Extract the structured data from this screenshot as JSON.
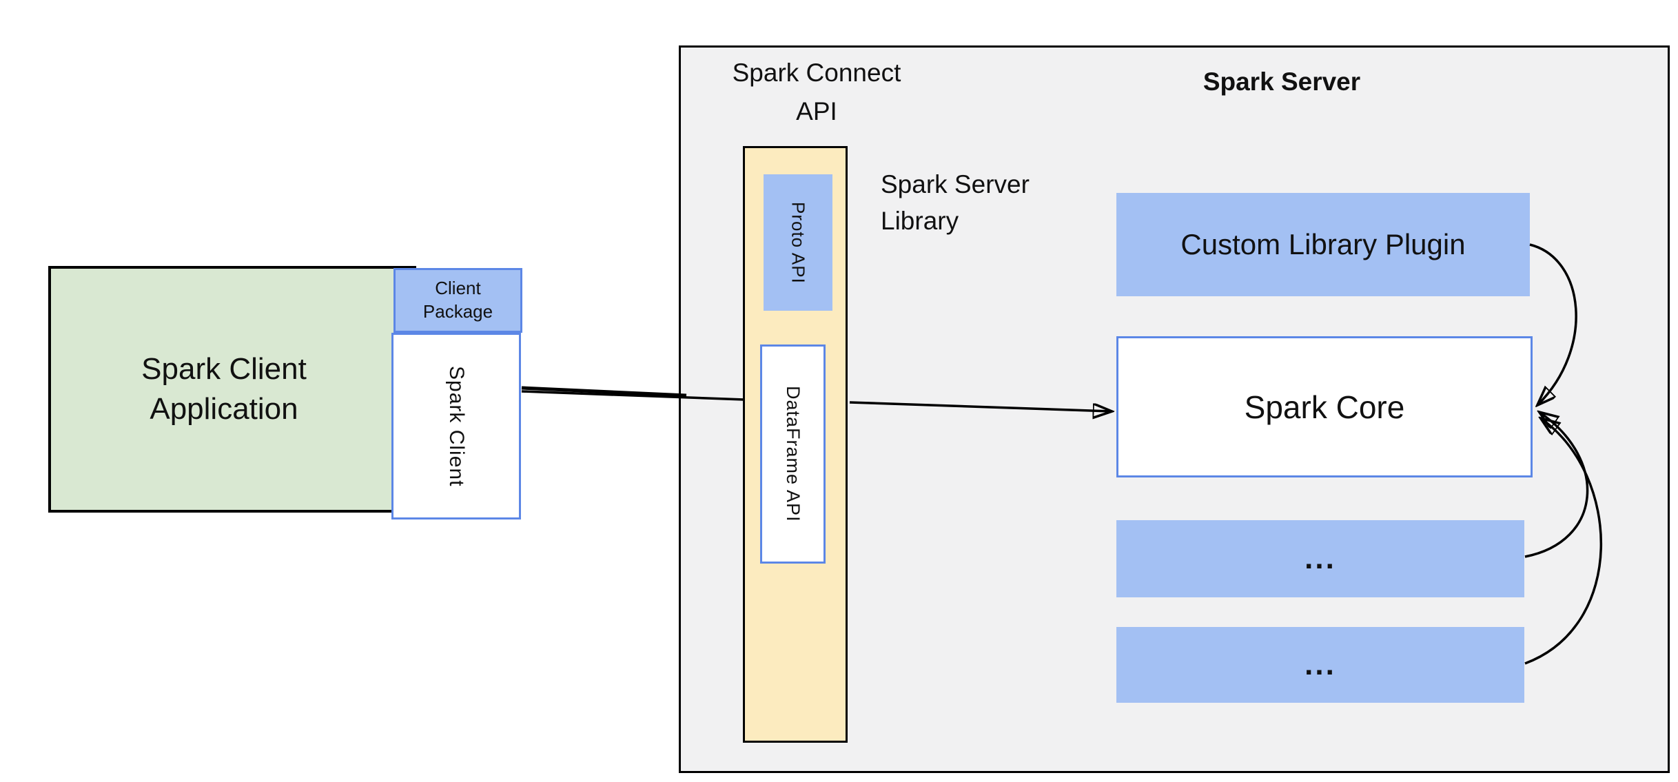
{
  "diagram": {
    "client_group": {
      "application_label": "Spark Client\nApplication",
      "client_package_label": "Client\nPackage",
      "spark_client_label": "Spark Client"
    },
    "connect_group": {
      "title": "Spark Connect\nAPI",
      "proto_api_label": "Proto API",
      "dataframe_api_label": "DataFrame API",
      "server_library_label": "Spark Server\nLibrary"
    },
    "server_group": {
      "title": "Spark Server",
      "custom_plugin_label": "Custom Library Plugin",
      "spark_core_label": "Spark Core",
      "extension_box_1_label": "...",
      "extension_box_2_label": "..."
    },
    "colors": {
      "client_app_fill": "#d9e8d2",
      "blue_fill": "#a3c0f3",
      "blue_border": "#5c87e6",
      "yellow_fill": "#fcebbf",
      "container_fill": "#f1f1f2",
      "black_border": "#000000",
      "arrow": "#000000",
      "text": "#111111",
      "background": "#ffffff"
    }
  }
}
